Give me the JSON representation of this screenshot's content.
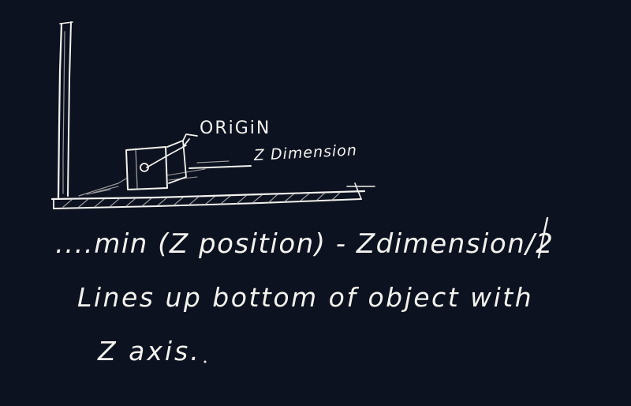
{
  "diagram": {
    "origin_label": "ORiGiN",
    "z_dimension_label": "Z Dimension"
  },
  "notes": {
    "formula": "....min (Z position) - Zdimension/2",
    "explanation_line1": "Lines up bottom of object with",
    "explanation_line2": "Z axis."
  },
  "colors": {
    "background": "#0d1220",
    "chalk": "#f2f2ee"
  }
}
